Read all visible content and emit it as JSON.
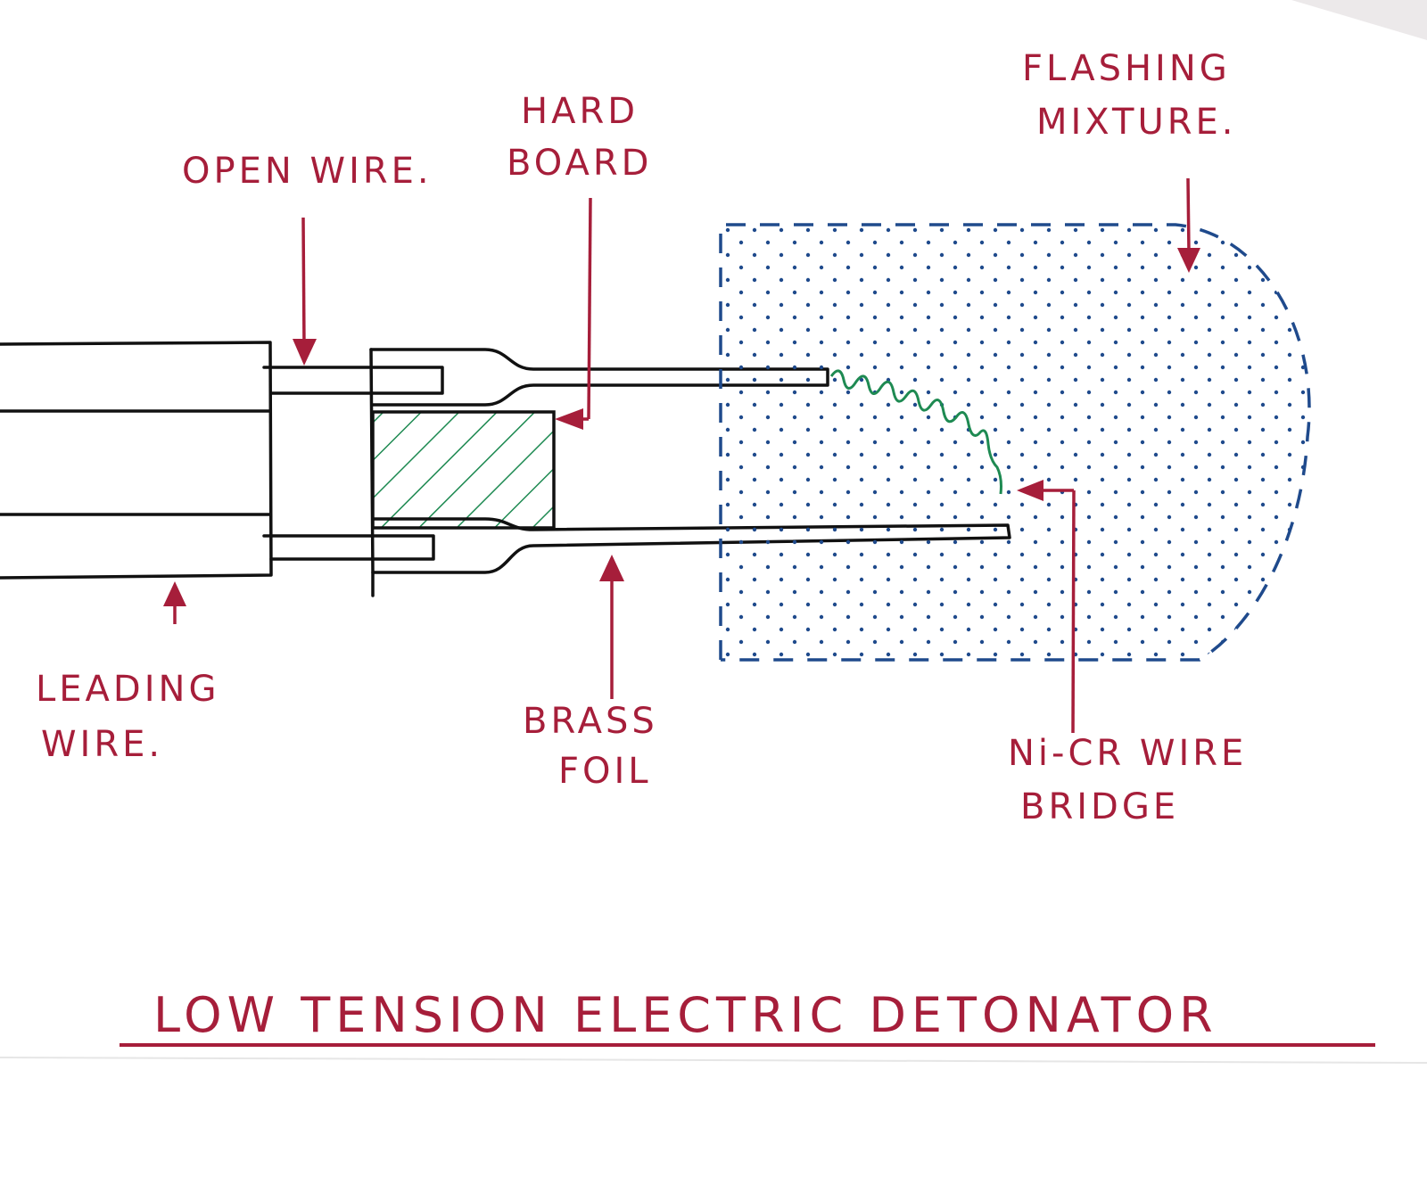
{
  "diagram": {
    "title": "LOW TENSION ELECTRIC DETONATOR",
    "labels": {
      "open_wire": "OPEN WIRE.",
      "hard_board_line1": "HARD",
      "hard_board_line2": "BOARD",
      "flashing_mixture_line1": "FLASHING",
      "flashing_mixture_line2": "MIXTURE.",
      "leading_wire_line1": "LEADING",
      "leading_wire_line2": "WIRE.",
      "brass_foil_line1": "BRASS",
      "brass_foil_line2": "FOIL",
      "nicr_line1": "Ni-CR WIRE",
      "nicr_line2": "BRIDGE"
    }
  },
  "colors": {
    "paper": "#ffffff",
    "label_ink": "#a61e3a",
    "outline_ink": "#111111",
    "hatch_ink": "#1e8a52",
    "mixture_ink": "#1f4a8c"
  }
}
